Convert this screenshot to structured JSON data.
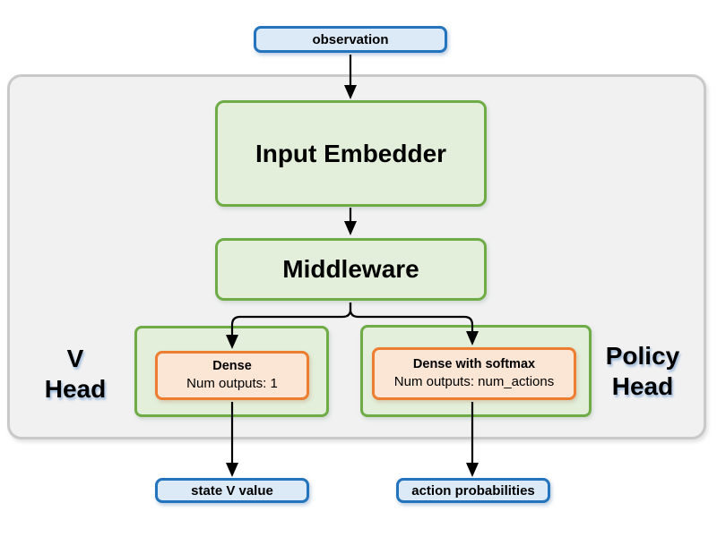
{
  "diagram": {
    "nodes": {
      "observation": {
        "label": "observation"
      },
      "input_embedder": {
        "label": "Input Embedder"
      },
      "middleware": {
        "label": "Middleware"
      },
      "v_head": {
        "label_line1": "V",
        "label_line2": "Head",
        "dense": {
          "title": "Dense",
          "subtitle": "Num outputs: 1"
        }
      },
      "policy_head": {
        "label_line1": "Policy",
        "label_line2": "Head",
        "dense": {
          "title": "Dense with softmax",
          "subtitle": "Num outputs: num_actions"
        }
      },
      "state_v_value": {
        "label": "state V value"
      },
      "action_probabilities": {
        "label": "action probabilities"
      }
    },
    "colors": {
      "blue_border": "#2373BD",
      "blue_fill": "#DCE9F6",
      "green_border": "#6FAC47",
      "green_fill": "#E3EFDA",
      "orange_border": "#ED7D31",
      "orange_fill": "#FBE5D5",
      "container_fill": "#F1F1F2",
      "container_border": "#C9C9C9",
      "arrow_color": "#000000"
    }
  }
}
